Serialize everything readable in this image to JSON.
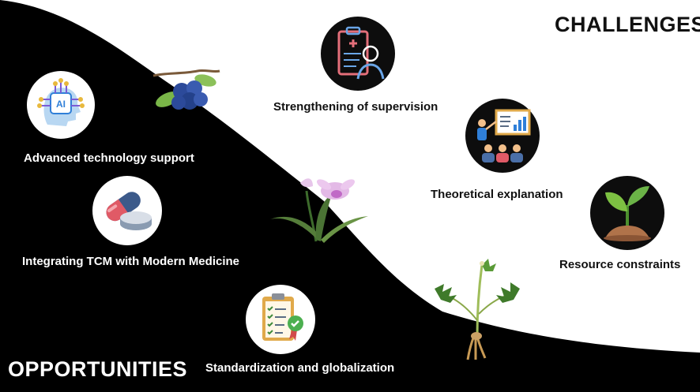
{
  "headings": {
    "challenges": "CHALLENGES",
    "opportunities": "OPPORTUNITIES"
  },
  "opportunities": [
    {
      "label": "Advanced technology support",
      "icon": "ai-head-icon"
    },
    {
      "label": "Integrating TCM with Modern Medicine",
      "icon": "pill-capsule-icon"
    },
    {
      "label": "Standardization and globalization",
      "icon": "checklist-badge-icon"
    }
  ],
  "challenges": [
    {
      "label": "Strengthening of supervision",
      "icon": "clipboard-doctor-icon"
    },
    {
      "label": "Theoretical explanation",
      "icon": "presentation-audience-icon"
    },
    {
      "label": "Resource constraints",
      "icon": "seedling-soil-icon"
    }
  ],
  "plants": [
    "blueberry-illustration",
    "orchid-illustration",
    "ginseng-illustration"
  ],
  "colors": {
    "opportunity_area": "#000000",
    "challenge_area": "#ffffff",
    "accent_red": "#e05a66",
    "accent_blue": "#2f7fd8",
    "accent_green": "#6bb347"
  }
}
